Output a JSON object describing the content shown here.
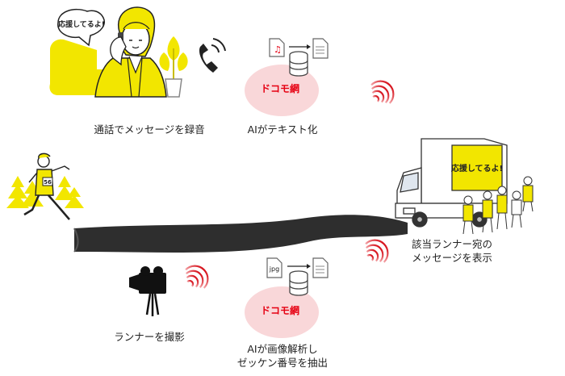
{
  "steps": {
    "record": {
      "caption": "通話でメッセージを録音",
      "bubble": "応援してるよ!"
    },
    "ai_text": {
      "caption": "AIがテキスト化",
      "network": "ドコモ網"
    },
    "film": {
      "caption": "ランナーを撮影"
    },
    "ai_image": {
      "caption_line1": "AIが画像解析し",
      "caption_line2": "ゼッケン番号を抽出",
      "network": "ドコモ網",
      "file_type": "jpg"
    },
    "display": {
      "caption_line1": "該当ランナー宛の",
      "caption_line2": "メッセージを表示",
      "truck_screen": "応援してるよ!"
    }
  },
  "runner": {
    "bib": "56"
  },
  "colors": {
    "accent_yellow": "#f2e600",
    "network_bubble": "#f9d7d9",
    "network_text": "#e60012",
    "signal_red": "#d7151f",
    "road": "#2e2e2e"
  }
}
